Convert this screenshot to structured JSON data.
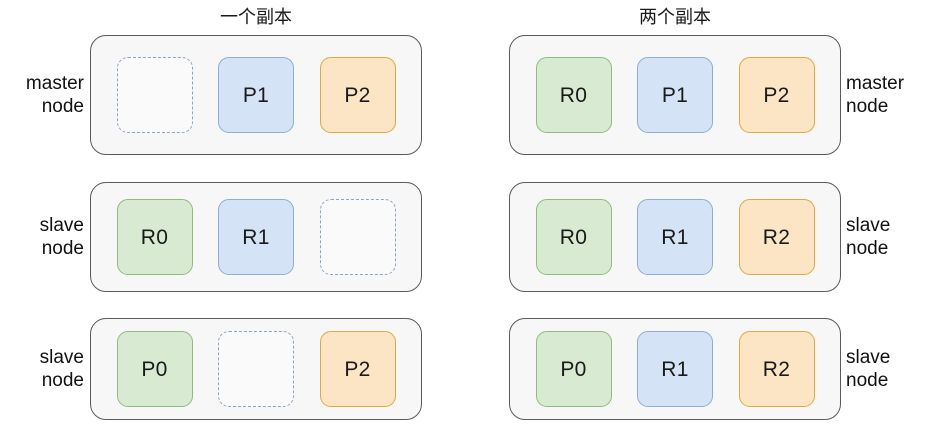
{
  "diagram": {
    "type": "cluster-shard-replica-placement",
    "columns": [
      {
        "title": "一个副本",
        "side": "left",
        "label_position": "left",
        "nodes": [
          {
            "role": "master node",
            "role_lines": [
              "master",
              "node"
            ],
            "cells": [
              {
                "label": "",
                "color": "empty",
                "state": "placeholder"
              },
              {
                "label": "P1",
                "color": "blue",
                "state": "filled"
              },
              {
                "label": "P2",
                "color": "orange",
                "state": "filled"
              }
            ]
          },
          {
            "role": "slave node",
            "role_lines": [
              "slave",
              "node"
            ],
            "cells": [
              {
                "label": "R0",
                "color": "green",
                "state": "filled"
              },
              {
                "label": "R1",
                "color": "blue",
                "state": "filled"
              },
              {
                "label": "",
                "color": "empty",
                "state": "placeholder"
              }
            ]
          },
          {
            "role": "slave node",
            "role_lines": [
              "slave",
              "node"
            ],
            "cells": [
              {
                "label": "P0",
                "color": "green",
                "state": "filled"
              },
              {
                "label": "",
                "color": "empty",
                "state": "placeholder"
              },
              {
                "label": "P2",
                "color": "orange",
                "state": "filled"
              }
            ]
          }
        ]
      },
      {
        "title": "两个副本",
        "side": "right",
        "label_position": "right",
        "nodes": [
          {
            "role": "master node",
            "role_lines": [
              "master",
              "node"
            ],
            "cells": [
              {
                "label": "R0",
                "color": "green",
                "state": "filled"
              },
              {
                "label": "P1",
                "color": "blue",
                "state": "filled"
              },
              {
                "label": "P2",
                "color": "orange",
                "state": "filled"
              }
            ]
          },
          {
            "role": "slave node",
            "role_lines": [
              "slave",
              "node"
            ],
            "cells": [
              {
                "label": "R0",
                "color": "green",
                "state": "filled"
              },
              {
                "label": "R1",
                "color": "blue",
                "state": "filled"
              },
              {
                "label": "R2",
                "color": "orange",
                "state": "filled"
              }
            ]
          },
          {
            "role": "slave node",
            "role_lines": [
              "slave",
              "node"
            ],
            "cells": [
              {
                "label": "P0",
                "color": "green",
                "state": "filled"
              },
              {
                "label": "R1",
                "color": "blue",
                "state": "filled"
              },
              {
                "label": "R2",
                "color": "orange",
                "state": "filled"
              }
            ]
          }
        ]
      }
    ],
    "colors": {
      "green_fill": "#d9ead3",
      "green_border": "#8fbc7a",
      "blue_fill": "#d5e3f7",
      "blue_border": "#8aaed6",
      "orange_fill": "#fce5c4",
      "orange_border": "#e0a93b",
      "panel_fill": "#f7f7f7",
      "panel_border": "#5a5a5a",
      "placeholder_border": "#8ba3c4",
      "background": "#ffffff"
    }
  }
}
